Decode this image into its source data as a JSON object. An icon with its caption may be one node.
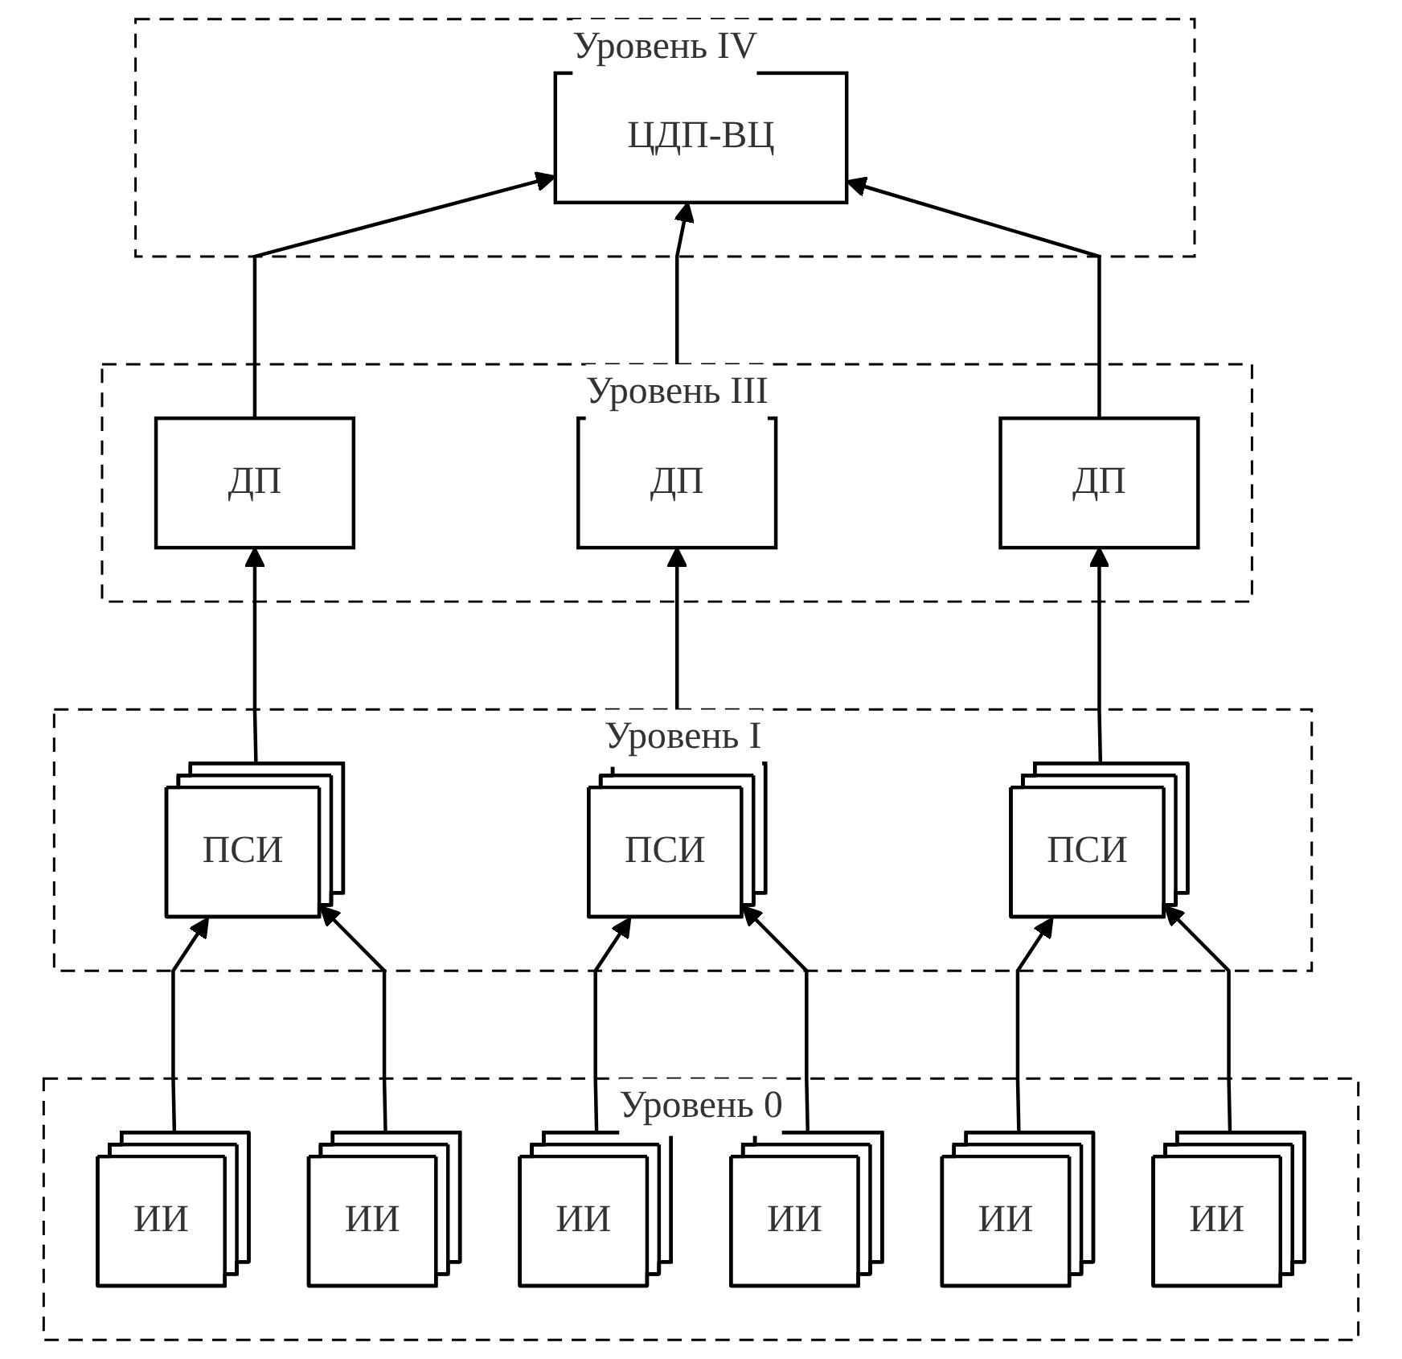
{
  "diagram": {
    "nodes": [
      {
        "text": [
          "Уровень IV"
        ]
      },
      {
        "text": [
          "ЦДП-ВЦ"
        ],
        "in": 0
      },
      {
        "text": [
          "Уровень III"
        ]
      },
      {
        "text": [
          "ДП"
        ],
        "in": 2
      },
      {
        "text": [
          "ДП"
        ],
        "in": 2
      },
      {
        "text": [
          "ДП"
        ],
        "in": 2
      },
      {
        "text": [
          "Уровень I"
        ]
      },
      {
        "text": [
          "ПСИ"
        ],
        "in": 6
      },
      {
        "text": [
          "ПСИ"
        ],
        "in": 6
      },
      {
        "text": [
          "ПСИ"
        ],
        "in": 6
      },
      {
        "text": [
          "Уровень 0"
        ]
      },
      {
        "text": [
          "ИИ"
        ],
        "in": 10
      },
      {
        "text": [
          "ИИ"
        ],
        "in": 10
      },
      {
        "text": [
          "ИИ"
        ],
        "in": 10
      },
      {
        "text": [
          "ИИ"
        ],
        "in": 10
      },
      {
        "text": [
          "ИИ"
        ],
        "in": 10
      },
      {
        "text": [
          "ИИ"
        ],
        "in": 10
      }
    ],
    "edges": [
      {
        "from": 11,
        "to": 7,
        "arrow": "to"
      },
      {
        "from": 12,
        "to": 7,
        "arrow": "to"
      },
      {
        "from": 13,
        "to": 8,
        "arrow": "to"
      },
      {
        "from": 14,
        "to": 8,
        "arrow": "to"
      },
      {
        "from": 15,
        "to": 9,
        "arrow": "to"
      },
      {
        "from": 16,
        "to": 9,
        "arrow": "to"
      },
      {
        "from": 7,
        "to": 3,
        "arrow": "to"
      },
      {
        "from": 8,
        "to": 4,
        "arrow": "to"
      },
      {
        "from": 9,
        "to": 5,
        "arrow": "to"
      },
      {
        "from": 3,
        "to": 1,
        "arrow": "to"
      },
      {
        "from": 4,
        "to": 1,
        "arrow": "to"
      },
      {
        "from": 5,
        "to": 1,
        "arrow": "to"
      }
    ]
  }
}
